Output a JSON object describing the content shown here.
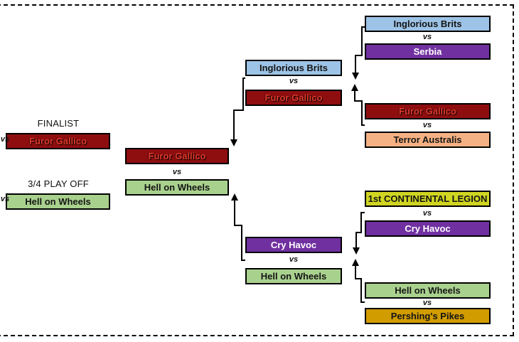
{
  "window": {
    "background": "#ffffff",
    "frame_border_color": "#000000",
    "connector_color": "#000000"
  },
  "labels": {
    "finalist": "FINALIST",
    "third_place_playoff": "3/4 PLAY OFF",
    "vs": "vs"
  },
  "team_styles": {
    "Inglorious Brits": {
      "bg": "#9dc3e6",
      "fg": "#141414"
    },
    "Serbia": {
      "bg": "#7030a0",
      "fg": "#ffffff"
    },
    "Furor Gallico": {
      "bg": "#8e0e10",
      "fg": "#e73a2c",
      "outline": true
    },
    "Terror Australis": {
      "bg": "#f4b183",
      "fg": "#141414"
    },
    "1st CONTINENTAL LEGION": {
      "bg": "#d0d522",
      "fg": "#141414"
    },
    "Cry Havoc": {
      "bg": "#7030a0",
      "fg": "#ffffff"
    },
    "Hell on Wheels": {
      "bg": "#a9d18e",
      "fg": "#141414"
    },
    "Pershing's Pikes": {
      "bg": "#d19c00",
      "fg": "#141414"
    }
  },
  "bracket": {
    "quarterfinals": [
      {
        "top": "Inglorious Brits",
        "bottom": "Serbia"
      },
      {
        "top": "Furor Gallico",
        "bottom": "Terror Australis"
      },
      {
        "top": "1st CONTINENTAL LEGION",
        "bottom": "Cry Havoc"
      },
      {
        "top": "Hell on Wheels",
        "bottom": "Pershing's Pikes"
      }
    ],
    "semifinals": [
      {
        "top": "Inglorious Brits",
        "bottom": "Furor Gallico"
      },
      {
        "top": "Cry Havoc",
        "bottom": "Hell on Wheels"
      }
    ],
    "final": {
      "top": "Furor Gallico",
      "bottom": "Hell on Wheels"
    },
    "finalist": "Furor Gallico",
    "third_place": "Hell on Wheels"
  }
}
